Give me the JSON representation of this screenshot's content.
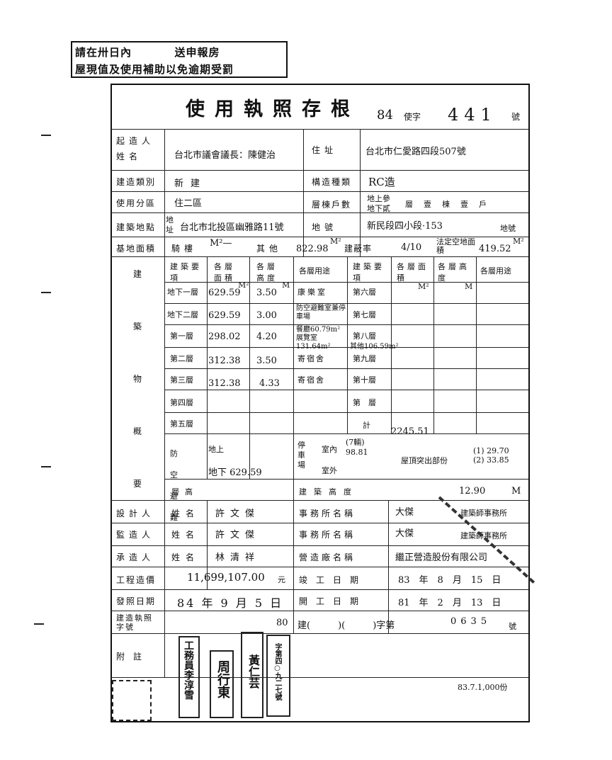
{
  "notice": {
    "line1": "請在卅日內 　　　 送申報房",
    "line2": "屋現值及使用補助以免逾期受罰"
  },
  "header": {
    "title": "使用執照存根",
    "year": "84",
    "kind": "使字",
    "number": "441",
    "suffix": "號"
  },
  "owner": {
    "label": "起造人姓名",
    "name": "台北市議會議長：陳健治",
    "addr_label": "住址",
    "addr": "台北市仁愛路四段507號"
  },
  "type": {
    "label": "建造類別",
    "value": "新建",
    "struct_label": "構造種類",
    "struct": "RC造"
  },
  "zone": {
    "label": "使用分區",
    "value": "住二區",
    "floors_label": "層棟戶數",
    "floors_above": "地上參",
    "floors_below": "地下貳",
    "floors_rest": "層　壹　棟　壹　戶"
  },
  "site": {
    "label": "建築地點",
    "sub": "地址",
    "addr": "台北市北投區幽雅路11號",
    "lot_label": "地號",
    "lot": "新民段四小段·153",
    "lot_suffix": "地號"
  },
  "area": {
    "label": "基地面積",
    "arcade": "騎樓",
    "arcade_val": "M²—",
    "other": "其他",
    "other_val": "822.98",
    "unit": "M²",
    "coverage_label": "建蔽率",
    "coverage": "4/10",
    "legal_label": "法定空地面積",
    "legal": "419.52",
    "legal_unit": "M²"
  },
  "building": {
    "side_label": [
      "建",
      "築",
      "物",
      "概",
      "要"
    ],
    "cols": [
      "建築要項",
      "各層面積",
      "各層高度",
      "各層用途"
    ],
    "left_rows": [
      {
        "floor": "地下一層",
        "area": "629.59",
        "height": "3.50",
        "use": "康樂室"
      },
      {
        "floor": "地下二層",
        "area": "629.59",
        "height": "3.00",
        "use": "防空避難室兼停車場"
      },
      {
        "floor": "第一層",
        "area": "298.02",
        "height": "4.20",
        "use": "餐廳60.79m² 展覽室131.64m²"
      },
      {
        "floor": "第二層",
        "area": "312.38",
        "height": "3.50",
        "use": "寄宿舍"
      },
      {
        "floor": "第三層",
        "area": "312.38",
        "height": "4.33",
        "use": "寄宿舍"
      },
      {
        "floor": "第四層",
        "area": "",
        "height": "",
        "use": ""
      },
      {
        "floor": "第五層",
        "area": "",
        "height": "",
        "use": ""
      }
    ],
    "right_rows": [
      "第六層",
      "第七層",
      "第八層",
      "第九層",
      "第十層",
      "第　層"
    ],
    "eighth_note": "其他106.59m²",
    "total_label": "計",
    "total": "2245.51",
    "shelter_label": "防空避難",
    "shelter_above": "地上",
    "shelter_below": "地下 629.59",
    "parking_label": "停車場",
    "parking_in": "室內",
    "parking_in_val": "(7輛) 98.81",
    "parking_out": "室外",
    "roof_label": "屋頂突出部份",
    "roof_val": "(1) 29.70 (2) 33.85",
    "height_label": "層高",
    "bldg_height_label": "建築高度",
    "bldg_height": "12.90",
    "unit_m": "M",
    "unit_m2": "M²"
  },
  "designer": {
    "label": "設計人",
    "name_label": "姓名",
    "name": "許文傑",
    "office_label": "事務所名稱",
    "office": "大傑",
    "office_suffix": "建築師事務所"
  },
  "supervisor": {
    "label": "監造人",
    "name_label": "姓名",
    "name": "許文傑",
    "office_label": "事務所名稱",
    "office": "大傑",
    "office_suffix": "建築師事務所"
  },
  "contractor": {
    "label": "承造人",
    "name_label": "姓名",
    "name": "林清祥",
    "office_label": "營造廠名稱",
    "office": "繼正營造股份有限公司"
  },
  "cost": {
    "label": "工程造價",
    "value": "11,699,107.00",
    "unit": "元",
    "done_label": "竣工日期",
    "done": "83　年　8　月　15　日"
  },
  "issue": {
    "label": "發照日期",
    "value": "84 年 9 月 5 日",
    "start_label": "開工日期",
    "start": "81　年　2　月　13　日"
  },
  "permit": {
    "label": "建造執照字號",
    "year": "80",
    "text": "建(　　　)(　　　)字第",
    "number": "0635",
    "suffix": "號"
  },
  "remark": {
    "label": "附註",
    "stamp1": "工務員李淳雪",
    "stamp2": "周行東",
    "stamp3": "黃仁芸",
    "stamp4": "字第四○九二七號",
    "footer": "83.7.1,000份"
  }
}
